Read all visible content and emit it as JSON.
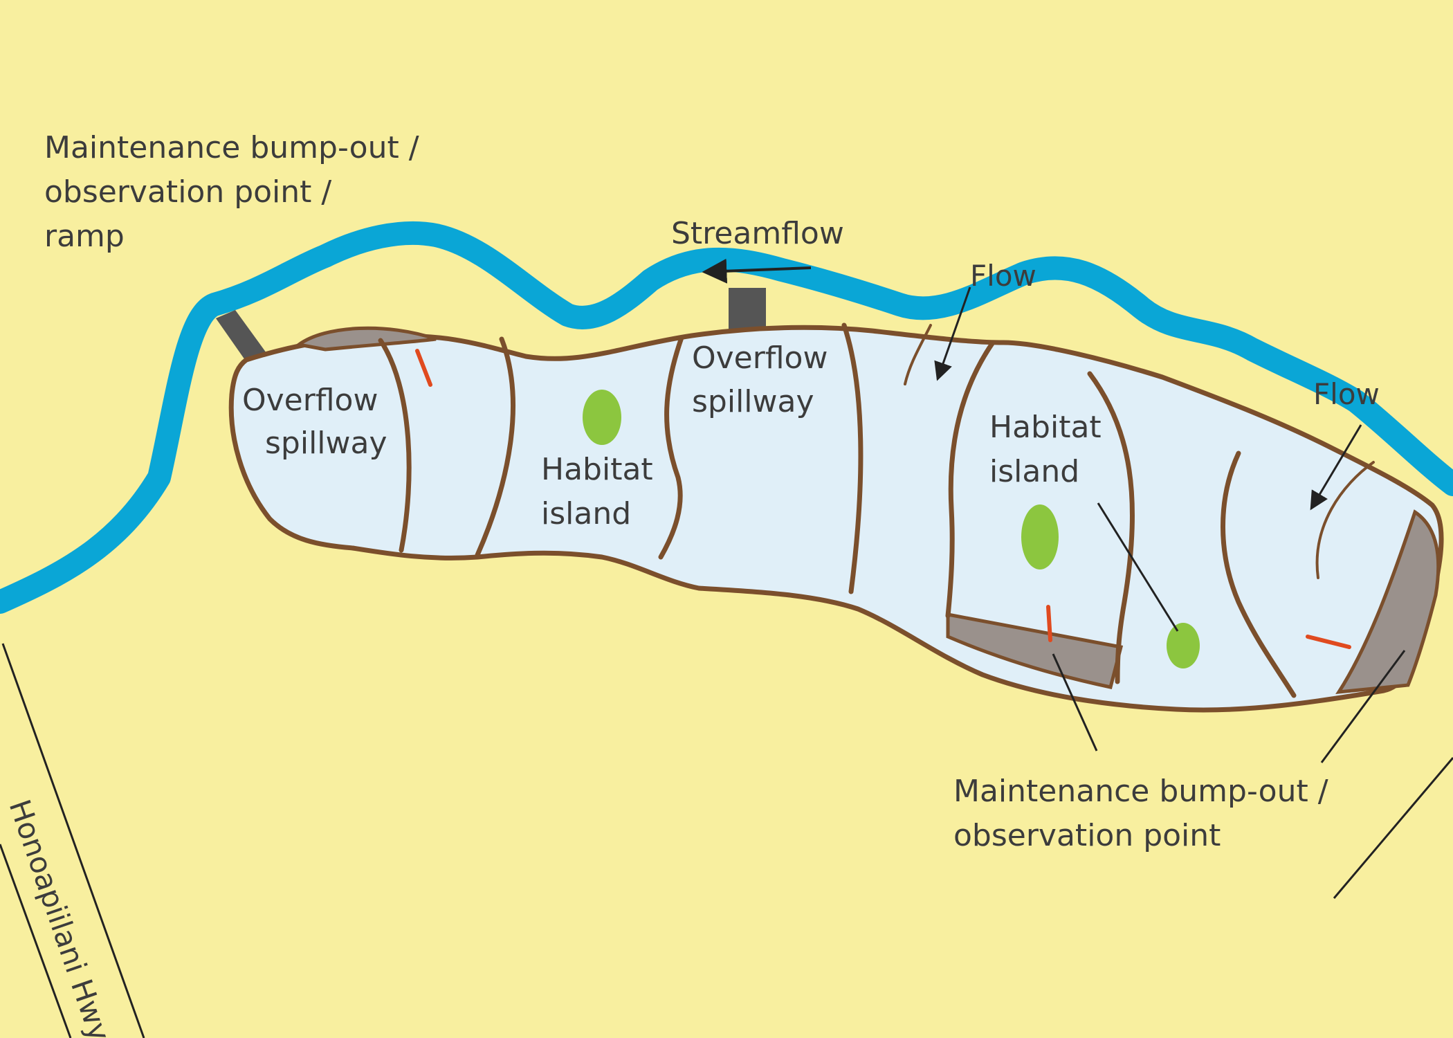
{
  "labels": {
    "bumpout_top_line1": "Maintenance bump-out /",
    "bumpout_top_line2": "observation point /",
    "bumpout_top_line3": "ramp",
    "streamflow": "Streamflow",
    "flow_1": "Flow",
    "flow_2": "Flow",
    "overflow_1_line1": "Overflow",
    "overflow_1_line2": "spillway",
    "overflow_2_line1": "Overflow",
    "overflow_2_line2": "spillway",
    "habitat_1_line1": "Habitat",
    "habitat_1_line2": "island",
    "habitat_2_line1": "Habitat",
    "habitat_2_line2": "island",
    "bumpout_bottom_line1": "Maintenance bump-out /",
    "bumpout_bottom_line2": "observation point",
    "highway": "Honoapiilani Hwy"
  },
  "colors": {
    "background": "#f8ef9f",
    "stream": "#0aa6d6",
    "pond_fill": "#e0eff8",
    "berm": "#7b4f2c",
    "bumpout": "#9a918c",
    "ramp": "#555555",
    "island": "#8cc63f",
    "marker": "#e04a1f"
  }
}
